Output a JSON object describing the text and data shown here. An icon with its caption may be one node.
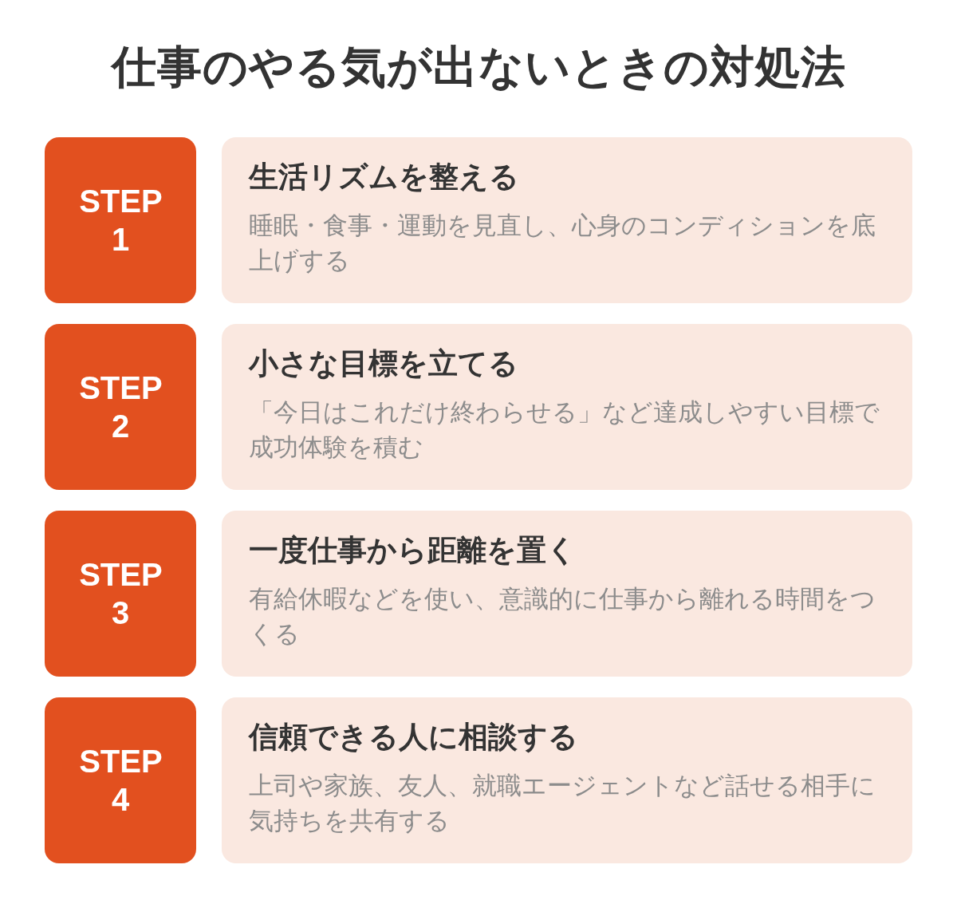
{
  "diagram": {
    "title": "仕事のやる気が出ないときの対処法",
    "nodes": [
      {
        "text": [
          "STEP 1"
        ]
      },
      {
        "text": [
          "生活リズムを整える",
          "睡眠・食事・運動を見直し、心身のコンディションを底上げする"
        ]
      },
      {
        "text": [
          "STEP 2"
        ]
      },
      {
        "text": [
          "小さな目標を立てる",
          "「今日はこれだけ終わらせる」など達成しやすい目標で成功体験を積む"
        ]
      },
      {
        "text": [
          "STEP 3"
        ]
      },
      {
        "text": [
          "一度仕事から距離を置く",
          "有給休暇などを使い、意識的に仕事から離れる時間をつくる"
        ]
      },
      {
        "text": [
          "STEP 4"
        ]
      },
      {
        "text": [
          "信頼できる人に相談する",
          "上司や家族、友人、就職エージェントなど話せる相手に気持ちを共有する"
        ]
      }
    ]
  }
}
